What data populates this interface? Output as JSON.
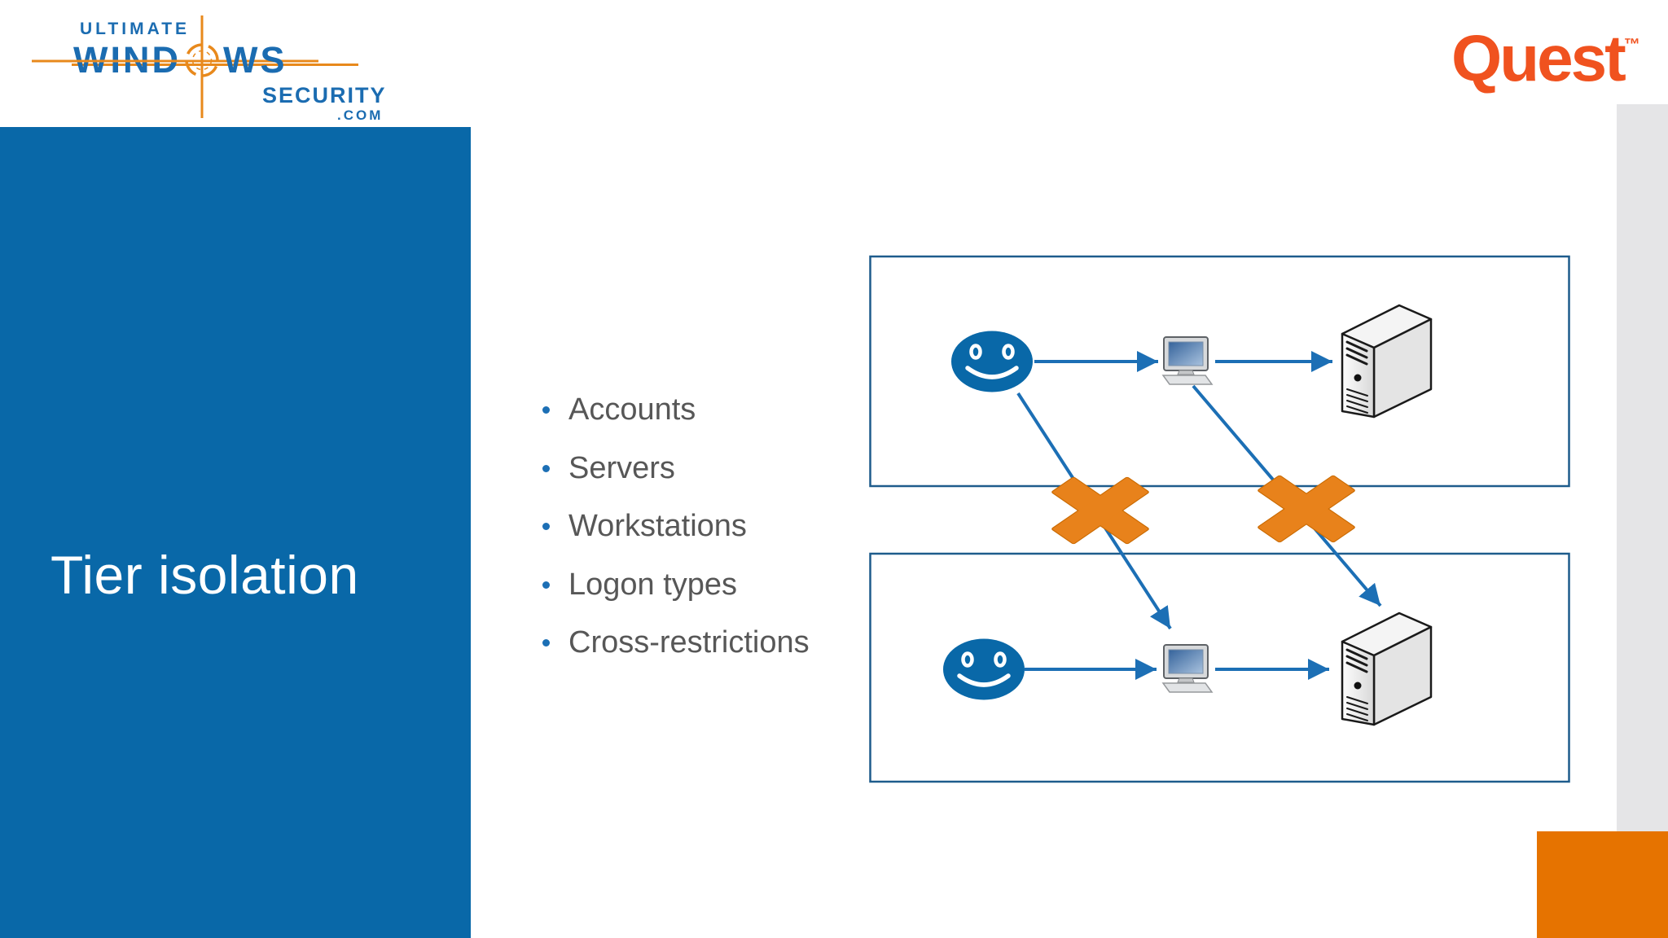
{
  "branding": {
    "uws_logo": {
      "word1": "ULTIMATE",
      "word2_part1": "WIND",
      "word2_part2": "WS",
      "word3": "SECURITY",
      "word4": ".COM"
    },
    "quest": {
      "wordmark": "Quest",
      "trademark": "™"
    }
  },
  "slide": {
    "title": "Tier isolation",
    "bullets": [
      "Accounts",
      "Servers",
      "Workstations",
      "Logon types",
      "Cross-restrictions"
    ]
  },
  "diagram": {
    "tiers": [
      {
        "id": "upper",
        "entities": [
          "user",
          "workstation",
          "server"
        ]
      },
      {
        "id": "lower",
        "entities": [
          "user",
          "workstation",
          "server"
        ]
      }
    ],
    "allowed_connections": [
      {
        "tier": "upper",
        "from": "user",
        "to": "workstation"
      },
      {
        "tier": "upper",
        "from": "workstation",
        "to": "server"
      },
      {
        "tier": "lower",
        "from": "user",
        "to": "workstation"
      },
      {
        "tier": "lower",
        "from": "workstation",
        "to": "server"
      }
    ],
    "blocked_connections": [
      {
        "from": "upper-user",
        "to": "lower-workstation"
      },
      {
        "from": "upper-workstation",
        "to": "lower-server"
      }
    ]
  },
  "colors": {
    "panel_blue": "#0968A8",
    "logo_blue": "#1B6CB1",
    "logo_orange": "#E8891C",
    "arrow_blue": "#1C6FB5",
    "box_border_blue": "#1E5C8C",
    "x_orange": "#E8821B",
    "x_orange_dark": "#C96A02",
    "quest_orange": "#F0521F",
    "corner_orange": "#E67300",
    "strip_gray": "#E5E5E7",
    "bullet_text": "#575757"
  }
}
